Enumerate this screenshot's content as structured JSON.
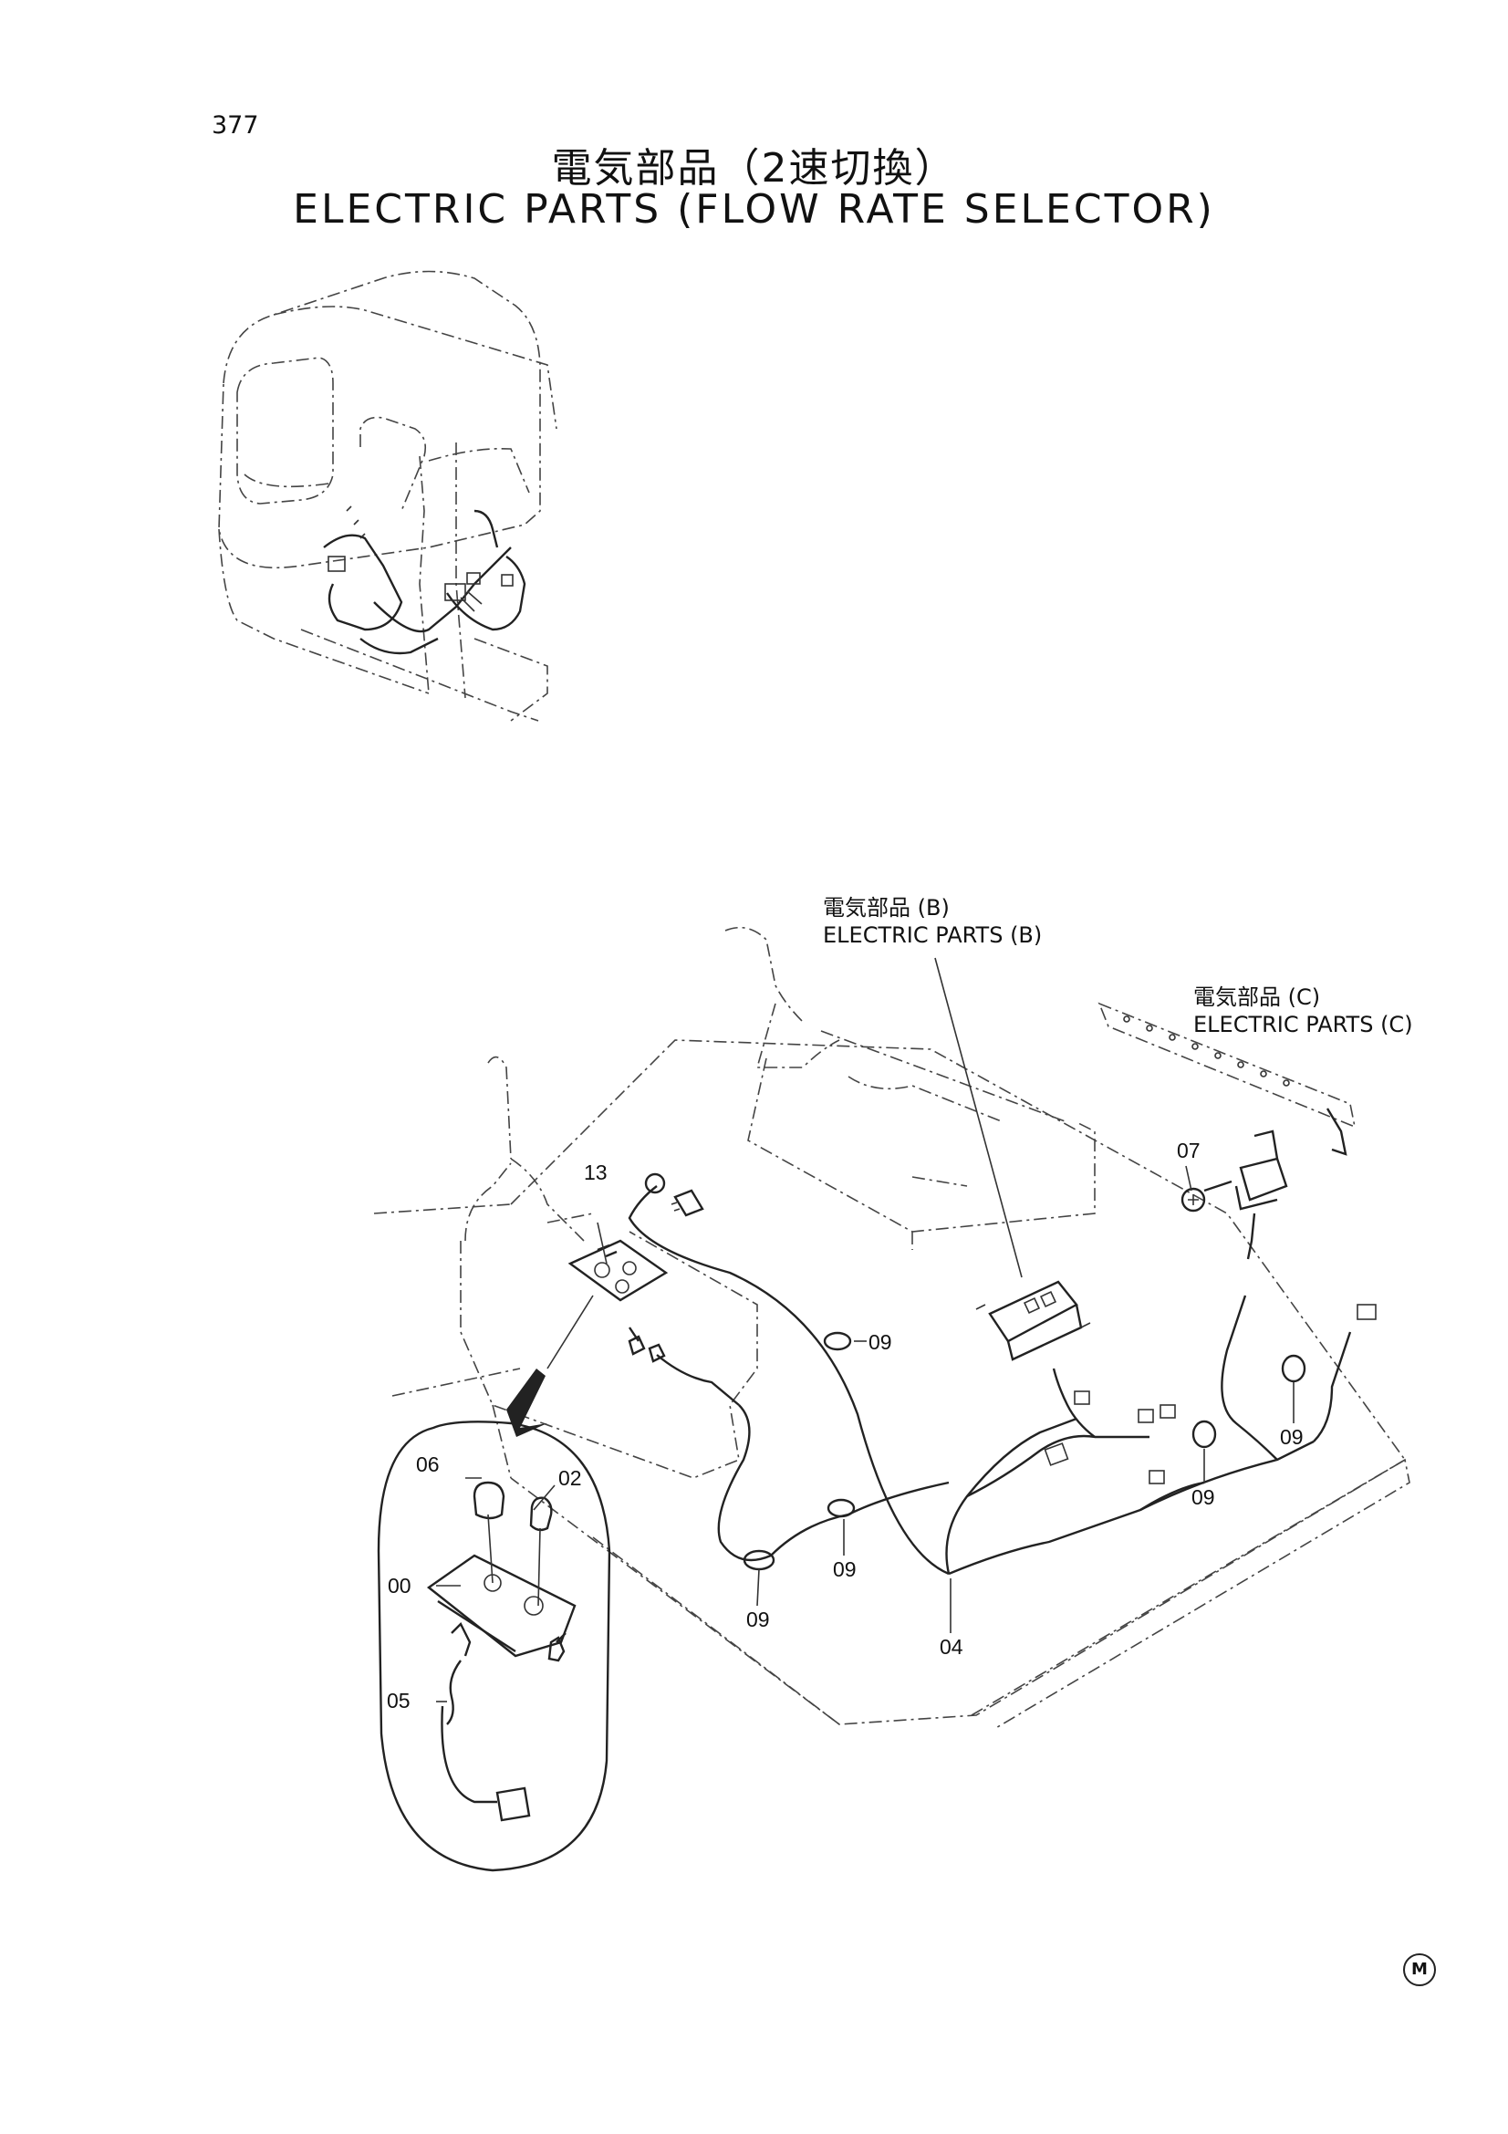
{
  "page_number": "377",
  "title_jp": "電気部品（2速切換）",
  "title_en": "ELECTRIC  PARTS  (FLOW  RATE  SELECTOR)",
  "callouts": {
    "b_jp": "電気部品 (B)",
    "b_en": "ELECTRIC  PARTS (B)",
    "c_jp": "電気部品 (C)",
    "c_en": "ELECTRIC  PARTS (C)"
  },
  "part_refs": {
    "r13": "13",
    "r07": "07",
    "r09a": "09",
    "r09b": "09",
    "r09c": "09",
    "r09d": "09",
    "r09e": "09",
    "r04": "04",
    "r06": "06",
    "r02": "02",
    "r00": "00",
    "r05": "05"
  },
  "mark": "M"
}
